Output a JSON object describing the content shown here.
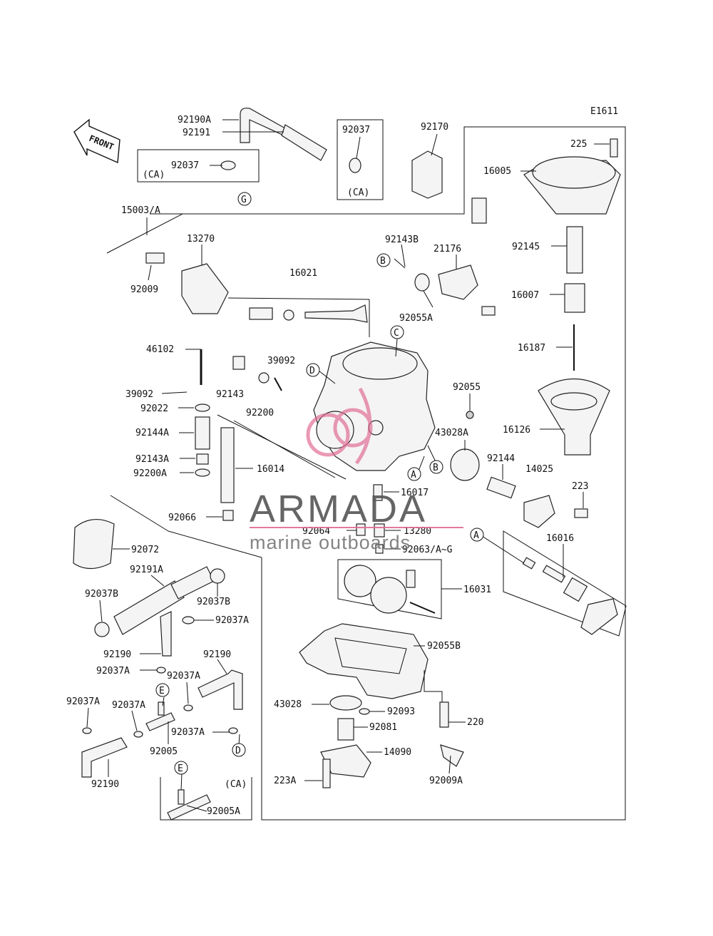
{
  "diagram_code": "E1611",
  "front_label": "FRONT",
  "labels": {
    "l92190A": "92190A",
    "l92191": "92191",
    "l92037_top": "92037",
    "l92037_left": "92037",
    "ca_left": "(CA)",
    "ca_mid": "(CA)",
    "ca_bottom": "(CA)",
    "l92170": "92170",
    "l225": "225",
    "l16005": "16005",
    "l15003": "15003/A",
    "l13270": "13270",
    "l92009": "92009",
    "l16021": "16021",
    "l92143B": "92143B",
    "l21176": "21176",
    "l92055A": "92055A",
    "l92145": "92145",
    "l16007": "16007",
    "l16187": "16187",
    "l46102": "46102",
    "l39092a": "39092",
    "l39092b": "39092",
    "l92143": "92143",
    "l92022": "92022",
    "l92200": "92200",
    "l92144A": "92144A",
    "l92143A": "92143A",
    "l92200A": "92200A",
    "l16014": "16014",
    "l92066": "92066",
    "l92055": "92055",
    "l43028A": "43028A",
    "l16126": "16126",
    "l92144": "92144",
    "l14025": "14025",
    "l223": "223",
    "l16017": "16017",
    "l92064": "92064",
    "l13280": "13280",
    "l92063": "92063/A~G",
    "l16016": "16016",
    "l92072": "92072",
    "l92191A": "92191A",
    "l92037B_a": "92037B",
    "l92037B_b": "92037B",
    "l92037A_a": "92037A",
    "l16031": "16031",
    "l92190a": "92190",
    "l92037A_b": "92037A",
    "l92190b": "92190",
    "l92037A_c": "92037A",
    "l92055B": "92055B",
    "l92037A_d": "92037A",
    "l92037A_e": "92037A",
    "l92037A_f": "92037A",
    "l43028": "43028",
    "l92093": "92093",
    "l220": "220",
    "l92081": "92081",
    "l92005": "92005",
    "l14090": "14090",
    "l92190c": "92190",
    "l223A": "223A",
    "l92009A": "92009A",
    "l92005A": "92005A"
  },
  "markers": {
    "G": "G",
    "B1": "B",
    "C": "C",
    "D1": "D",
    "A1": "A",
    "B2": "B",
    "A2": "A",
    "E1": "E",
    "D2": "D",
    "E2": "E"
  },
  "watermark": {
    "title": "ARMADA",
    "subtitle": "marine outboards",
    "accent_color": "#e06a93"
  }
}
